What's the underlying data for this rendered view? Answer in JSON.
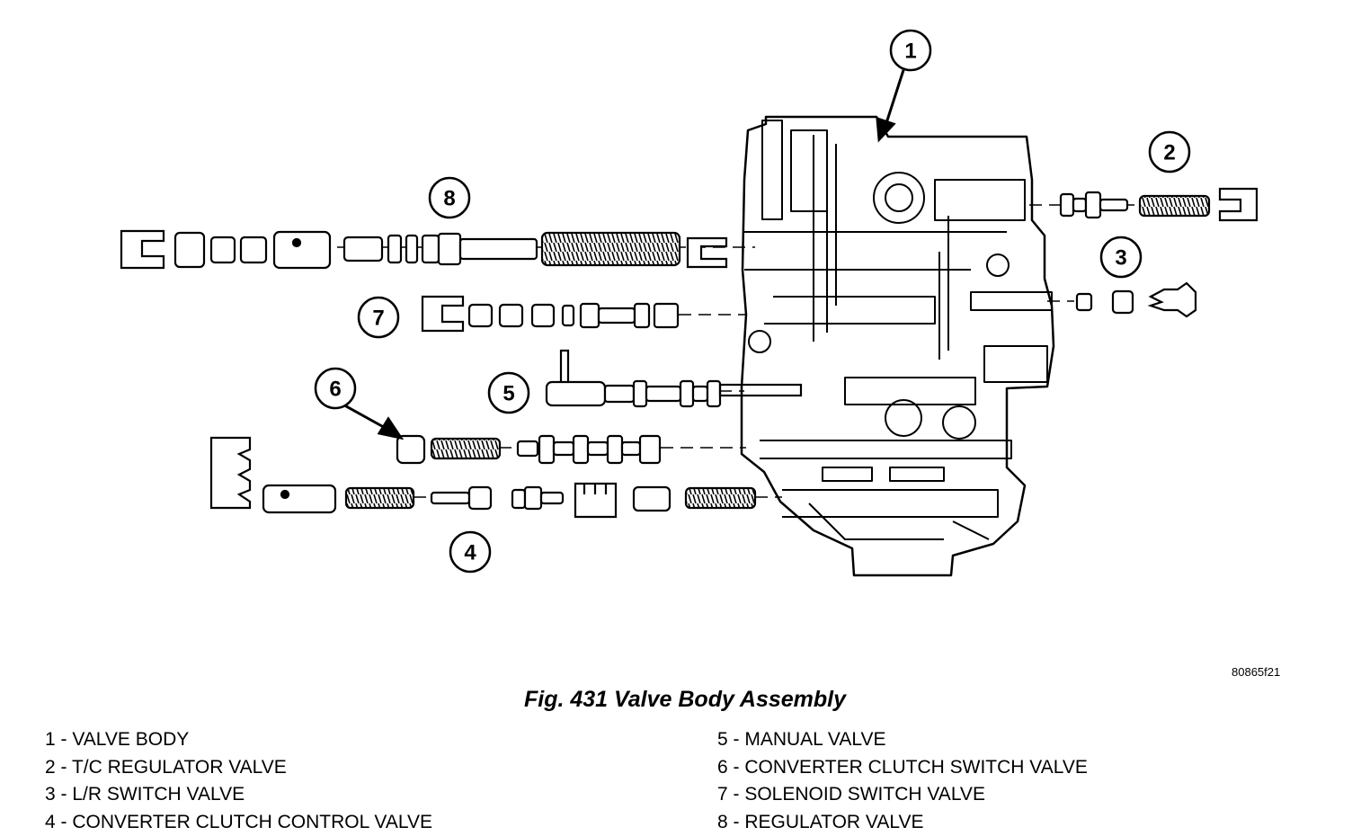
{
  "figure": {
    "code": "80865f21",
    "title": "Fig. 431 Valve Body Assembly"
  },
  "callouts": [
    "1",
    "2",
    "3",
    "4",
    "5",
    "6",
    "7",
    "8"
  ],
  "legend": {
    "left": [
      "1 - VALVE BODY",
      "2 - T/C REGULATOR VALVE",
      "3 - L/R SWITCH VALVE",
      "4 - CONVERTER CLUTCH CONTROL VALVE"
    ],
    "right": [
      "5 - MANUAL VALVE",
      "6 - CONVERTER CLUTCH SWITCH VALVE",
      "7 - SOLENOID SWITCH VALVE",
      "8 - REGULATOR VALVE"
    ]
  }
}
